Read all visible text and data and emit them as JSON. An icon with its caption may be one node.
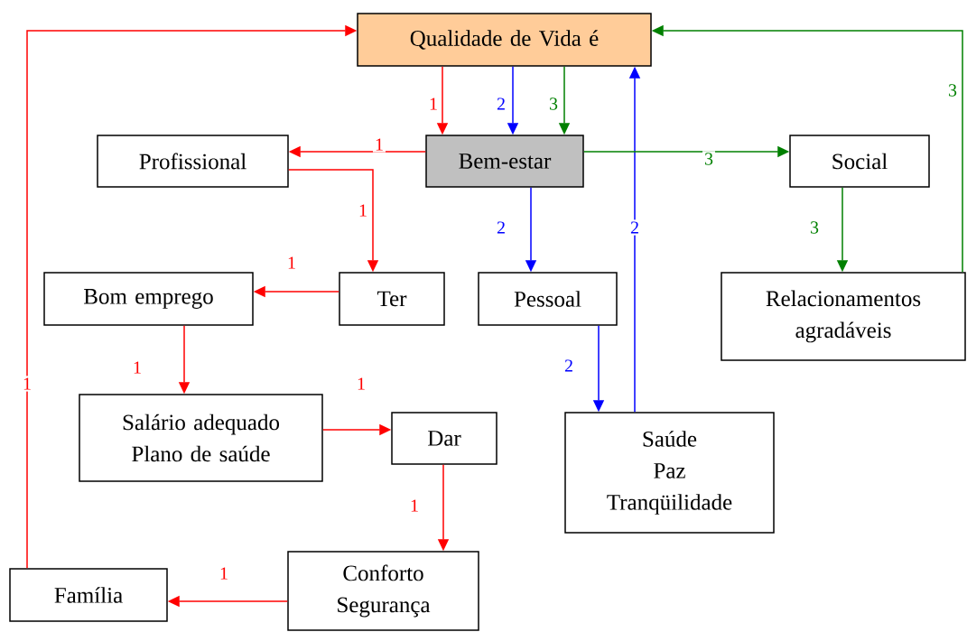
{
  "diagram": {
    "nodes": [
      {
        "text": [
          "Qualidade de Vida é"
        ]
      },
      {
        "text": [
          "Profissional"
        ]
      },
      {
        "text": [
          "Bem-estar"
        ]
      },
      {
        "text": [
          "Social"
        ]
      },
      {
        "text": [
          "Bom emprego"
        ]
      },
      {
        "text": [
          "Ter"
        ]
      },
      {
        "text": [
          "Pessoal"
        ]
      },
      {
        "text": [
          "Relacionamentos agradáveis"
        ]
      },
      {
        "text": [
          "Salário adequado",
          "Plano de saúde"
        ]
      },
      {
        "text": [
          "Dar"
        ]
      },
      {
        "text": [
          "Saúde",
          "Paz",
          "Tranqüilidade"
        ]
      },
      {
        "text": [
          "Conforto",
          "Segurança"
        ]
      },
      {
        "text": [
          "Família"
        ]
      }
    ],
    "edges": [
      {
        "from": 0,
        "to": 2,
        "arrow": "to",
        "label": "1"
      },
      {
        "from": 0,
        "to": 2,
        "arrow": "to",
        "label": "2",
        "color": "#0000ff"
      },
      {
        "from": 0,
        "to": 2,
        "arrow": "to",
        "label": "3",
        "color": "#008000"
      },
      {
        "from": 2,
        "to": 1,
        "arrow": "to",
        "label": "1"
      },
      {
        "from": 1,
        "to": 5,
        "arrow": "to",
        "label": "1"
      },
      {
        "from": 5,
        "to": 4,
        "arrow": "to",
        "label": "1"
      },
      {
        "from": 4,
        "to": 8,
        "arrow": "to",
        "label": "1"
      },
      {
        "from": 8,
        "to": 9,
        "arrow": "to",
        "label": "1"
      },
      {
        "from": 9,
        "to": 11,
        "arrow": "to",
        "label": "1"
      },
      {
        "from": 11,
        "to": 12,
        "arrow": "to",
        "label": "1"
      },
      {
        "from": 12,
        "to": 0,
        "arrow": "to",
        "label": "1"
      },
      {
        "from": 2,
        "to": 6,
        "arrow": "to",
        "label": "2",
        "color": "#0000ff"
      },
      {
        "from": 6,
        "to": 10,
        "arrow": "to",
        "label": "2",
        "color": "#0000ff"
      },
      {
        "from": 10,
        "to": 0,
        "arrow": "to",
        "label": "2",
        "color": "#0000ff"
      },
      {
        "from": 2,
        "to": 3,
        "arrow": "to",
        "label": "3",
        "color": "#008000"
      },
      {
        "from": 3,
        "to": 7,
        "arrow": "to",
        "label": "3",
        "color": "#008000"
      },
      {
        "from": 7,
        "to": 0,
        "arrow": "to",
        "label": "3",
        "color": "#008000"
      }
    ]
  }
}
